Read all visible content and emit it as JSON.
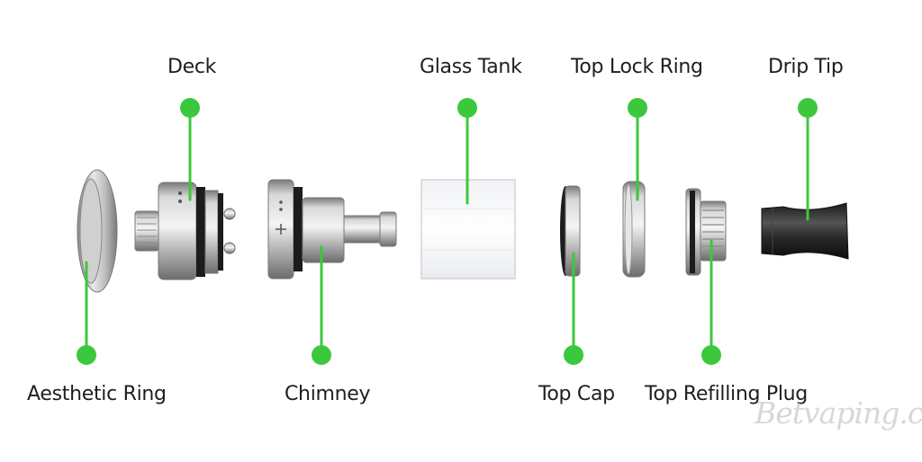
{
  "labels": {
    "deck": "Deck",
    "glass_tank": "Glass Tank",
    "top_lock_ring": "Top Lock Ring",
    "drip_tip": "Drip Tip",
    "aesthetic_ring": "Aesthetic Ring",
    "chimney": "Chimney",
    "top_cap": "Top Cap",
    "top_refilling_plug": "Top Refilling Plug"
  },
  "watermark": "Betvaping.com",
  "colors": {
    "marker": "#3cc83c",
    "text": "#1e1e1e",
    "metal": "#b8b8b8",
    "black_part": "#1a1a1a",
    "watermark": "#d7d7d7"
  }
}
